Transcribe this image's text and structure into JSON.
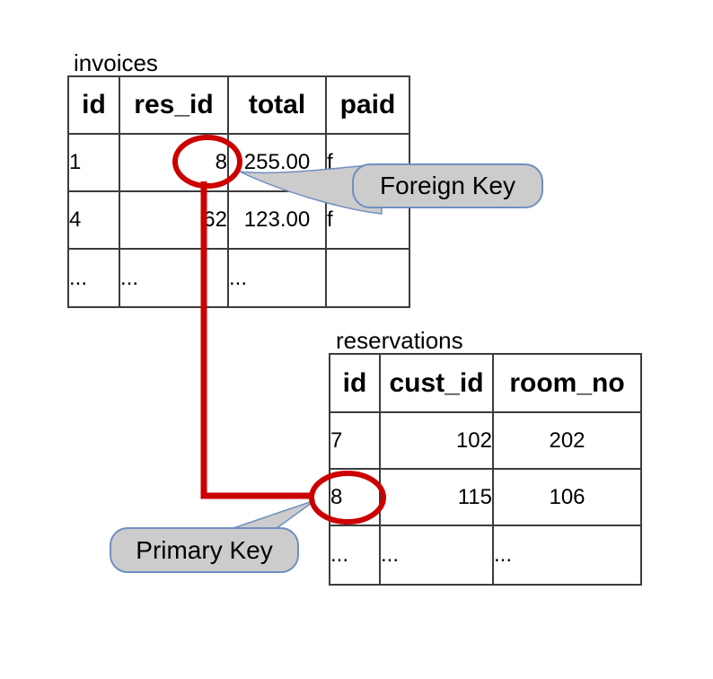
{
  "diagram": {
    "background": "#ffffff",
    "accent_red": "#cc0000",
    "callout_fill": "#cccccc",
    "callout_border": "#6f8fc0",
    "table_border": "#3c3c3c"
  },
  "tables": {
    "invoices": {
      "title": "invoices",
      "headers": [
        "id",
        "res_id",
        "total",
        "paid"
      ],
      "rows": [
        [
          "1",
          "8",
          "255.00",
          "f"
        ],
        [
          "4",
          "62",
          "123.00",
          "f"
        ],
        [
          "...",
          "...",
          "...",
          ""
        ]
      ]
    },
    "reservations": {
      "title": "reservations",
      "headers": [
        "id",
        "cust_id",
        "room_no"
      ],
      "rows": [
        [
          "7",
          "102",
          "202"
        ],
        [
          "8",
          "115",
          "106"
        ],
        [
          "...",
          "...",
          "..."
        ]
      ]
    }
  },
  "callouts": {
    "foreign_key": {
      "label": "Foreign Key"
    },
    "primary_key": {
      "label": "Primary Key"
    }
  },
  "relationship": {
    "circled_foreign_key_value": "8",
    "circled_primary_key_value": "8"
  }
}
